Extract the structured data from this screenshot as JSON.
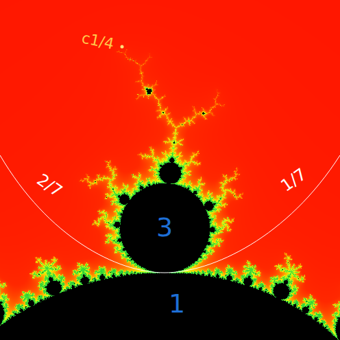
{
  "diagram": {
    "nodes": [
      {
        "text": [
          "3"
        ]
      },
      {
        "text": [
          "1"
        ]
      }
    ],
    "labels": [
      "c1/4",
      "2/7",
      "1/7"
    ]
  }
}
